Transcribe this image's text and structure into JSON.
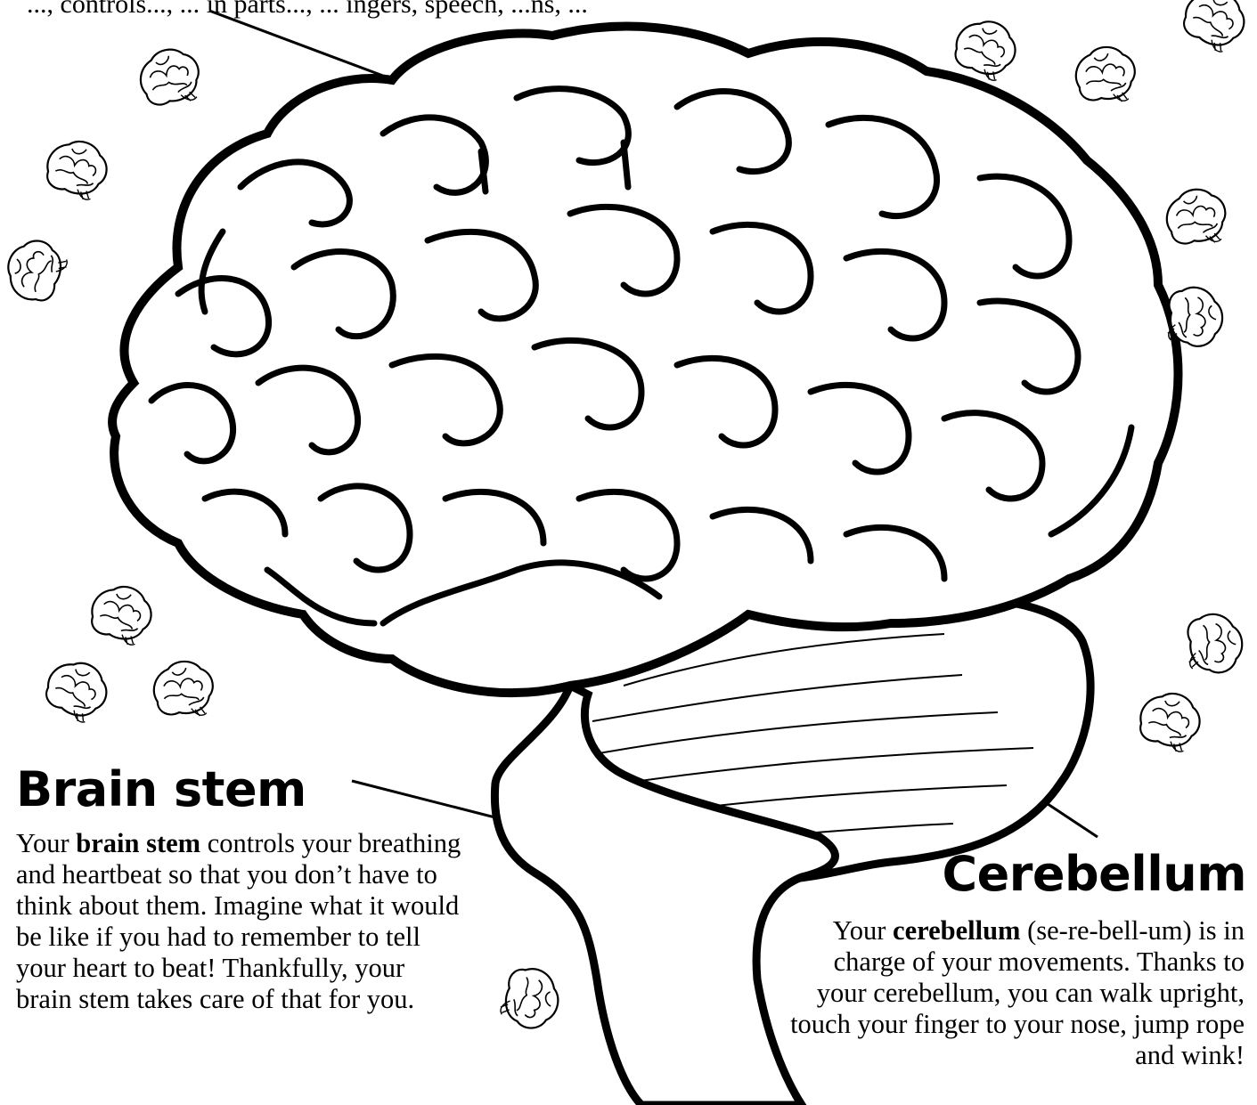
{
  "top_text_fragment": "..., controls..., ... in parts..., ... ingers, speech, ...ns, ...",
  "brain_stem": {
    "heading": "Brain stem",
    "term": "brain stem",
    "text_before": "Your ",
    "text_after": " controls your breathing and heartbeat so that you don’t have to think about them. Imagine what it would be like if you had to remember to tell your heart to beat! Thankfully, your brain stem takes care of that for you."
  },
  "cerebellum": {
    "heading": "Cerebellum",
    "term": "cerebellum",
    "text_before": "Your ",
    "text_after": " (se-re-bell-um) is in charge of your movements. Thanks to your cerebellum, you can walk upright, touch your finger to your nose, jump rope and wink!"
  },
  "icons": {
    "main": "brain-outline-icon",
    "decoration": "small-brain-icon"
  },
  "colors": {
    "ink": "#000000",
    "paper": "#ffffff"
  }
}
